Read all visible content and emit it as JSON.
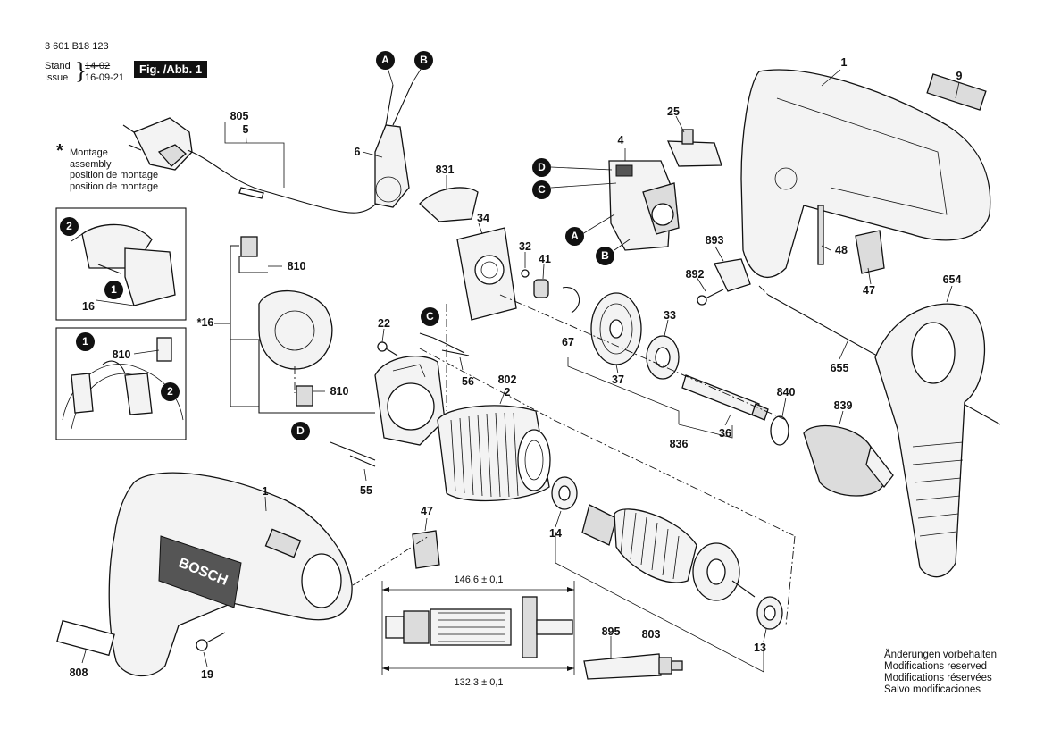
{
  "header": {
    "part_number": "3 601 B18 123",
    "stand_label": "Stand",
    "issue_label": "Issue",
    "stand_date": "14-02",
    "issue_date": "16-09-21",
    "figure": "Fig. /Abb. 1"
  },
  "assembly_note": {
    "symbol": "*",
    "lines": [
      "Montage",
      "assembly",
      "position de montage",
      "position de montage"
    ]
  },
  "footer_lines": [
    "Änderungen vorbehalten",
    "Modifications reserved",
    "Modifications réservées",
    "Salvo modificaciones"
  ],
  "connectors": [
    "A",
    "B",
    "C",
    "D"
  ],
  "callouts": [
    "1",
    "9",
    "25",
    "4",
    "805",
    "5",
    "6",
    "831",
    "34",
    "32",
    "41",
    "893",
    "48",
    "892",
    "47",
    "654",
    "16",
    "810",
    "810",
    "*16",
    "22",
    "67",
    "37",
    "33",
    "655",
    "810",
    "56",
    "802",
    "2",
    "840",
    "839",
    "836",
    "36",
    "55",
    "1",
    "47",
    "14",
    "895",
    "803",
    "13",
    "808",
    "19"
  ],
  "detail_steps": [
    "2",
    "1",
    "1",
    "2"
  ],
  "dimensions": {
    "overall_length": "146,6 ± 0,1",
    "core_length": "132,3 ± 0,1"
  }
}
